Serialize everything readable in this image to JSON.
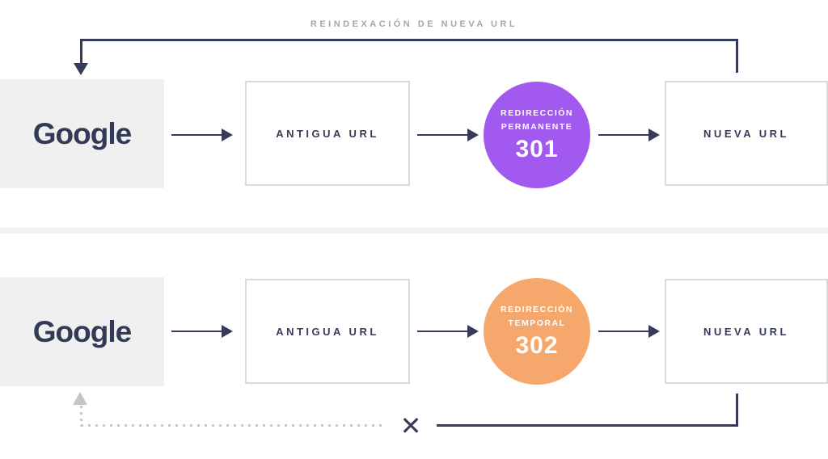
{
  "diagram_title": "REINDEXACIÓN DE NUEVA URL",
  "colors": {
    "navy_line": "#363b59",
    "purple_301": "#a259ef",
    "orange_302": "#f6a76b",
    "label_gray": "#a2a6b3",
    "dotted_gray": "#c7c9cf",
    "google_panel_bg": "#f0f0f1",
    "box_border": "#d9dade"
  },
  "icons": {
    "blocked_x": "✕"
  },
  "rows": [
    {
      "source_label": "Google",
      "old_url_label": "ANTIGUA URL",
      "redirect": {
        "line1": "REDIRECCIÓN",
        "line2": "PERMANENTE",
        "code": "301",
        "color": "#a259ef"
      },
      "new_url_label": "NUEVA URL"
    },
    {
      "source_label": "Google",
      "old_url_label": "ANTIGUA URL",
      "redirect": {
        "line1": "REDIRECCIÓN",
        "line2": "TEMPORAL",
        "code": "302",
        "color": "#f6a76b"
      },
      "new_url_label": "NUEVA URL"
    }
  ]
}
